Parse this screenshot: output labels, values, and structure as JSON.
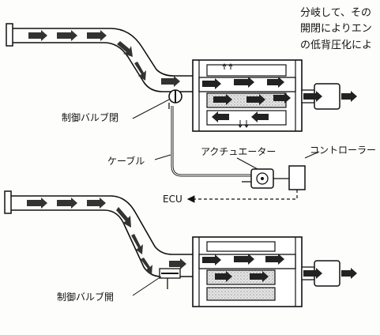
{
  "body_text": {
    "line1": "分岐して、その",
    "line2": "開閉によりエン",
    "line3": "の低背圧化によ"
  },
  "labels": {
    "valve_closed_top": "制御バルブ閉",
    "cable": "ケーブル",
    "actuator": "アクチュエーター",
    "controller": "コントローラー",
    "ecu": "ECU",
    "valve_open_bottom": "制御バルブ開"
  }
}
